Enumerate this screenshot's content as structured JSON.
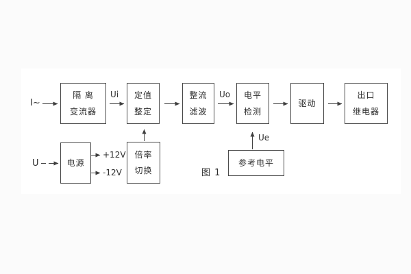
{
  "figure": {
    "caption": "图 1"
  },
  "colors": {
    "page_bg": "#fbfbfb",
    "panel_bg": "#ffffff",
    "line": "#3f3f3f",
    "text": "#2e2e2e"
  },
  "blocks": {
    "isolation": {
      "line1": "隔 离",
      "line2": "变流器"
    },
    "setting": {
      "line1": "定值",
      "line2": "整定"
    },
    "rectifier": {
      "line1": "整流",
      "line2": "滤波"
    },
    "level": {
      "line1": "电平",
      "line2": "检测"
    },
    "drive": {
      "line1": "驱动"
    },
    "relay": {
      "line1": "出口",
      "line2": "继电器"
    },
    "power": {
      "line1": "电源"
    },
    "multiplier": {
      "line1": "倍率",
      "line2": "切换"
    },
    "reference": {
      "line1": "参考电平"
    }
  },
  "signals": {
    "input_current": "I~",
    "input_voltage": "U",
    "ui": "Ui",
    "uo": "Uo",
    "ue": "Ue",
    "plus_rail": "+12V",
    "minus_rail": "-12V"
  }
}
